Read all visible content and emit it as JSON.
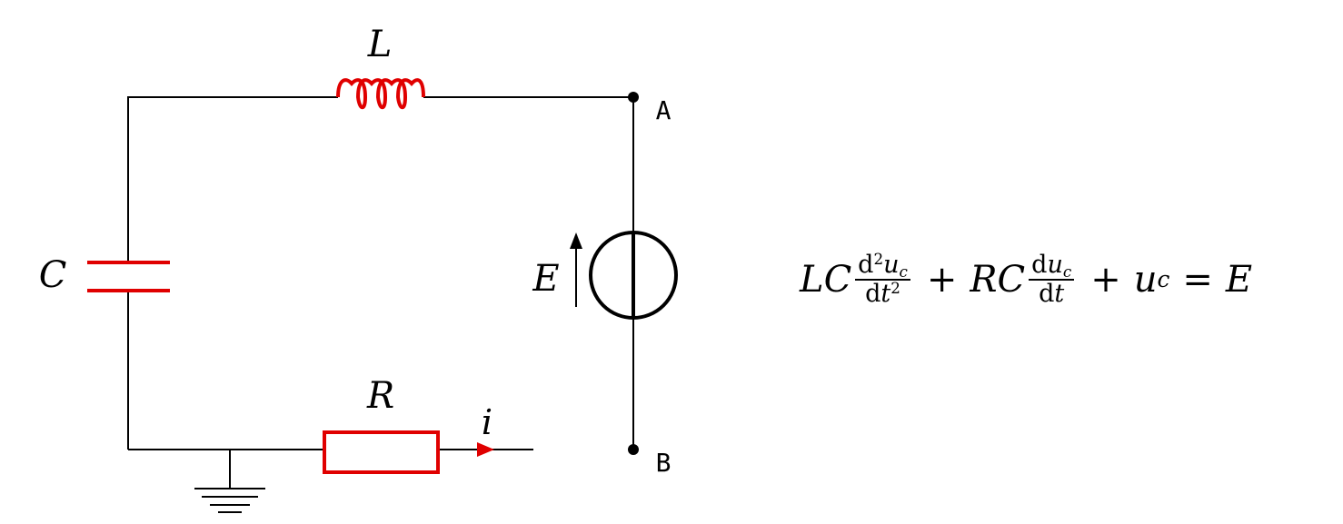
{
  "circuit": {
    "inductor_label": "L",
    "capacitor_label": "C",
    "resistor_label": "R",
    "source_label": "E",
    "current_label": "i",
    "node_a_label": "A",
    "node_b_label": "B"
  },
  "equation": {
    "lc": "LC",
    "d": "d",
    "sq": "2",
    "u": "u",
    "c_sub": "c",
    "dt": "d",
    "t": "t",
    "plus": "+",
    "rc": "RC",
    "equals": "=",
    "e": "E"
  },
  "colors": {
    "component": "#e00000",
    "wire": "#000000"
  }
}
